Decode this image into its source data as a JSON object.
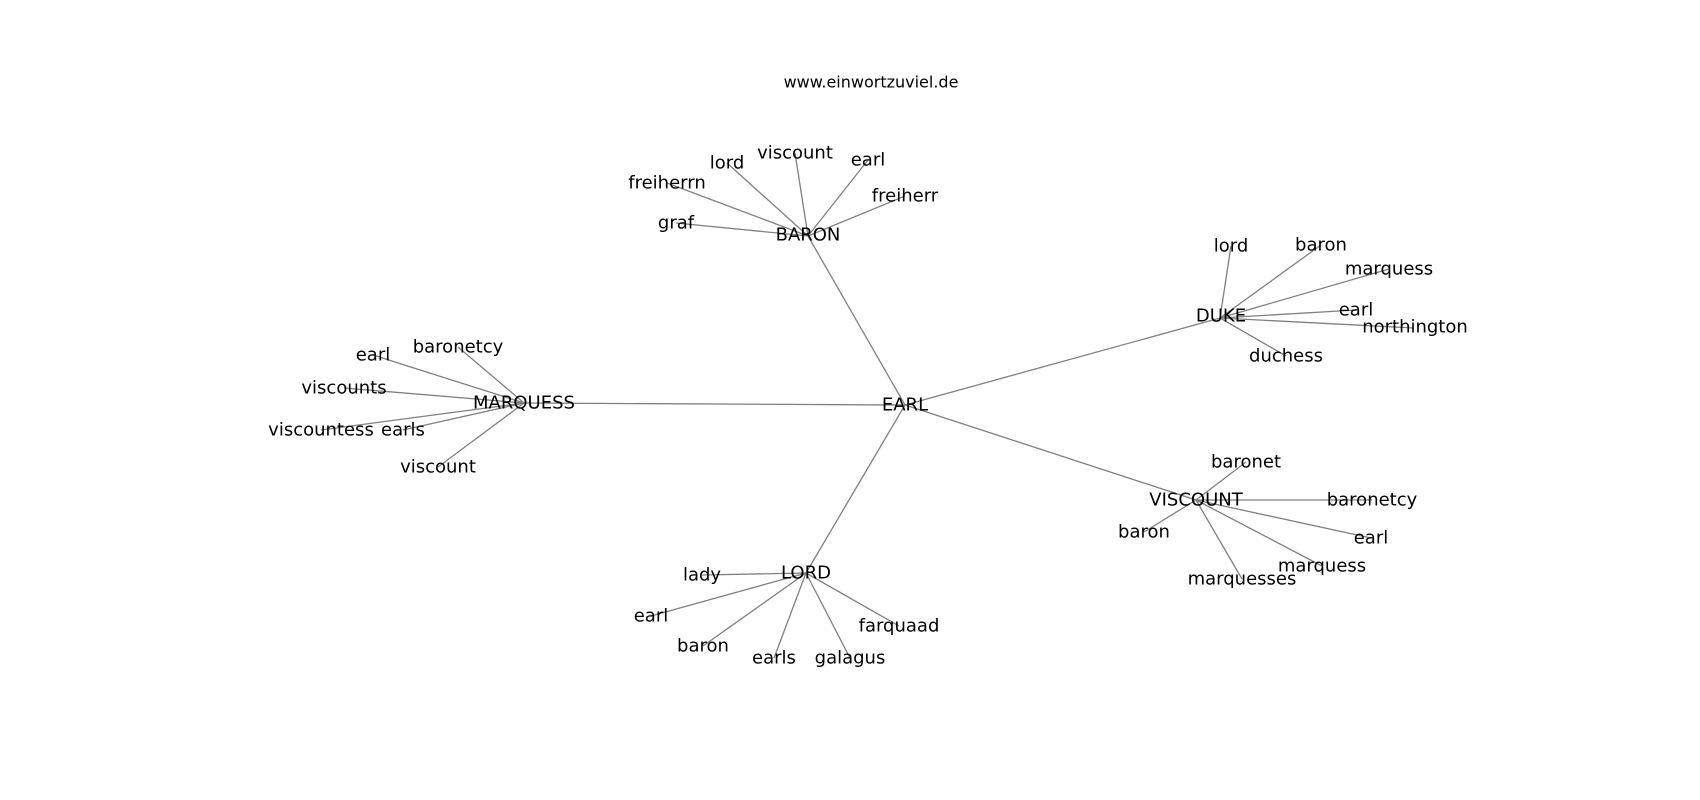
{
  "header": {
    "site": "www.einwortzuviel.de"
  },
  "center": {
    "id": "earl",
    "label": "EARL"
  },
  "clusters": [
    {
      "id": "baron",
      "label": "BARON",
      "children": [
        {
          "id": "baron-graf",
          "label": "graf"
        },
        {
          "id": "baron-freiherrn",
          "label": "freiherrn"
        },
        {
          "id": "baron-lord",
          "label": "lord"
        },
        {
          "id": "baron-viscount",
          "label": "viscount"
        },
        {
          "id": "baron-earl",
          "label": "earl"
        },
        {
          "id": "baron-freiherr",
          "label": "freiherr"
        }
      ]
    },
    {
      "id": "duke",
      "label": "DUKE",
      "children": [
        {
          "id": "duke-lord",
          "label": "lord"
        },
        {
          "id": "duke-baron",
          "label": "baron"
        },
        {
          "id": "duke-marquess",
          "label": "marquess"
        },
        {
          "id": "duke-earl",
          "label": "earl"
        },
        {
          "id": "duke-northington",
          "label": "northington"
        },
        {
          "id": "duke-duchess",
          "label": "duchess"
        }
      ]
    },
    {
      "id": "marquess",
      "label": "MARQUESS",
      "children": [
        {
          "id": "marquess-earl",
          "label": "earl"
        },
        {
          "id": "marquess-baronetcy",
          "label": "baronetcy"
        },
        {
          "id": "marquess-viscounts",
          "label": "viscounts"
        },
        {
          "id": "marquess-viscountess",
          "label": "viscountess"
        },
        {
          "id": "marquess-earls",
          "label": "earls"
        },
        {
          "id": "marquess-viscount",
          "label": "viscount"
        }
      ]
    },
    {
      "id": "viscount",
      "label": "VISCOUNT",
      "children": [
        {
          "id": "viscount-baronet",
          "label": "baronet"
        },
        {
          "id": "viscount-baronetcy",
          "label": "baronetcy"
        },
        {
          "id": "viscount-baron",
          "label": "baron"
        },
        {
          "id": "viscount-earl",
          "label": "earl"
        },
        {
          "id": "viscount-marquess",
          "label": "marquess"
        },
        {
          "id": "viscount-marquesses",
          "label": "marquesses"
        }
      ]
    },
    {
      "id": "lord",
      "label": "LORD",
      "children": [
        {
          "id": "lord-lady",
          "label": "lady"
        },
        {
          "id": "lord-earl",
          "label": "earl"
        },
        {
          "id": "lord-baron",
          "label": "baron"
        },
        {
          "id": "lord-earls",
          "label": "earls"
        },
        {
          "id": "lord-galagus",
          "label": "galagus"
        },
        {
          "id": "lord-farquaad",
          "label": "farquaad"
        }
      ]
    }
  ]
}
